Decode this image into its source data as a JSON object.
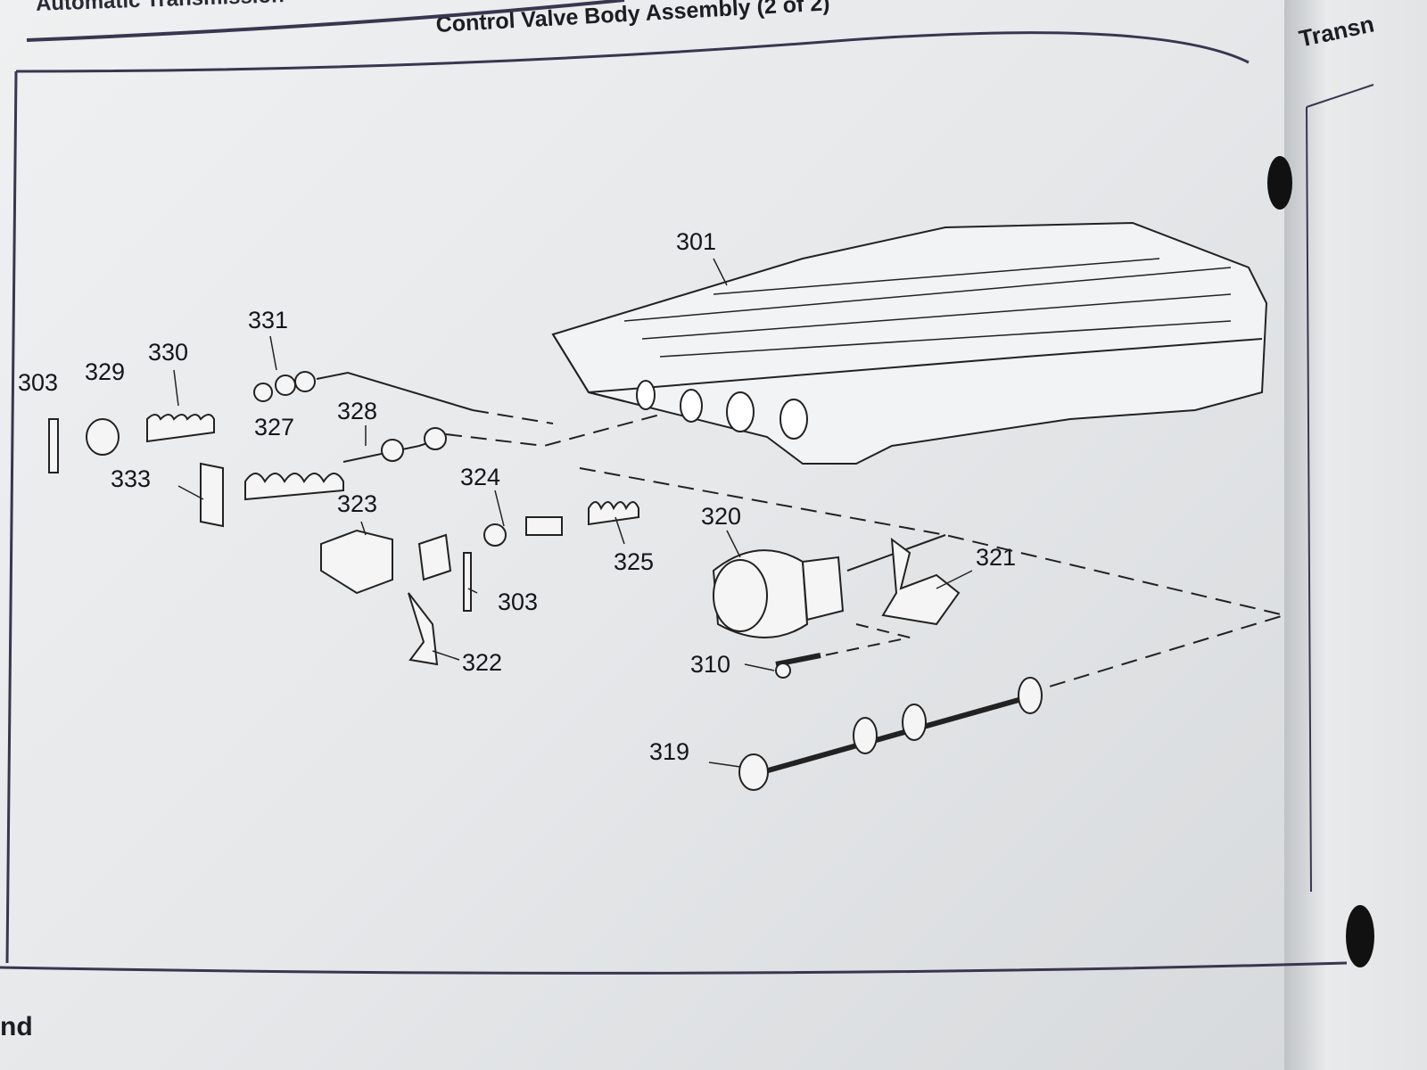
{
  "header_cut": "Automatic Transmission",
  "title": "Control Valve Body Assembly (2 of 2)",
  "right_page_header": "Transn",
  "footer_fragment": "nd",
  "callouts": [
    "301",
    "331",
    "330",
    "329",
    "303",
    "327",
    "328",
    "333",
    "323",
    "324",
    "325",
    "320",
    "321",
    "303",
    "322",
    "310",
    "319"
  ]
}
